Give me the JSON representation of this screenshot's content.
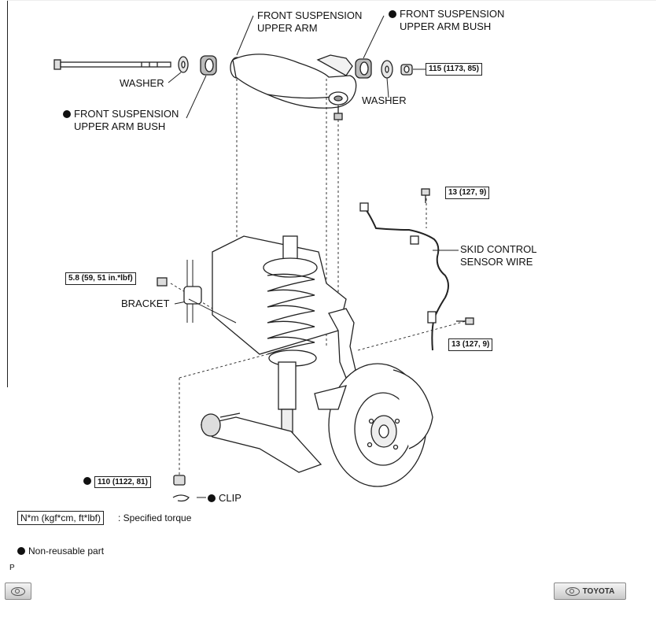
{
  "labels": {
    "upper_arm": [
      "FRONT SUSPENSION",
      "UPPER ARM"
    ],
    "upper_arm_bush_right": [
      "FRONT SUSPENSION",
      "UPPER ARM BUSH"
    ],
    "washer_left": "WASHER",
    "upper_arm_bush_left": [
      "FRONT SUSPENSION",
      "UPPER ARM BUSH"
    ],
    "washer_right": "WASHER",
    "skid_control": [
      "SKID CONTROL",
      "SENSOR WIRE"
    ],
    "bracket": "BRACKET",
    "clip": "CLIP"
  },
  "torques": {
    "upper_arm_nut": "115 (1173, 85)",
    "sensor_top": "13 (127, 9)",
    "bracket_bolt": "5.8 (59, 51 in.*lbf)",
    "sensor_lower": "13 (127, 9)",
    "lower_nut": "110 (1122, 81)"
  },
  "legend": {
    "torque_box": "N*m (kgf*cm, ft*lbf)",
    "torque_desc": ": Specified torque",
    "non_reusable": "Non-reusable part"
  },
  "footer": {
    "page_marker": "P",
    "brand_label": "TOYOTA",
    "left_icon": "toyota-emblem-icon",
    "right_icon": "toyota-emblem-icon"
  }
}
